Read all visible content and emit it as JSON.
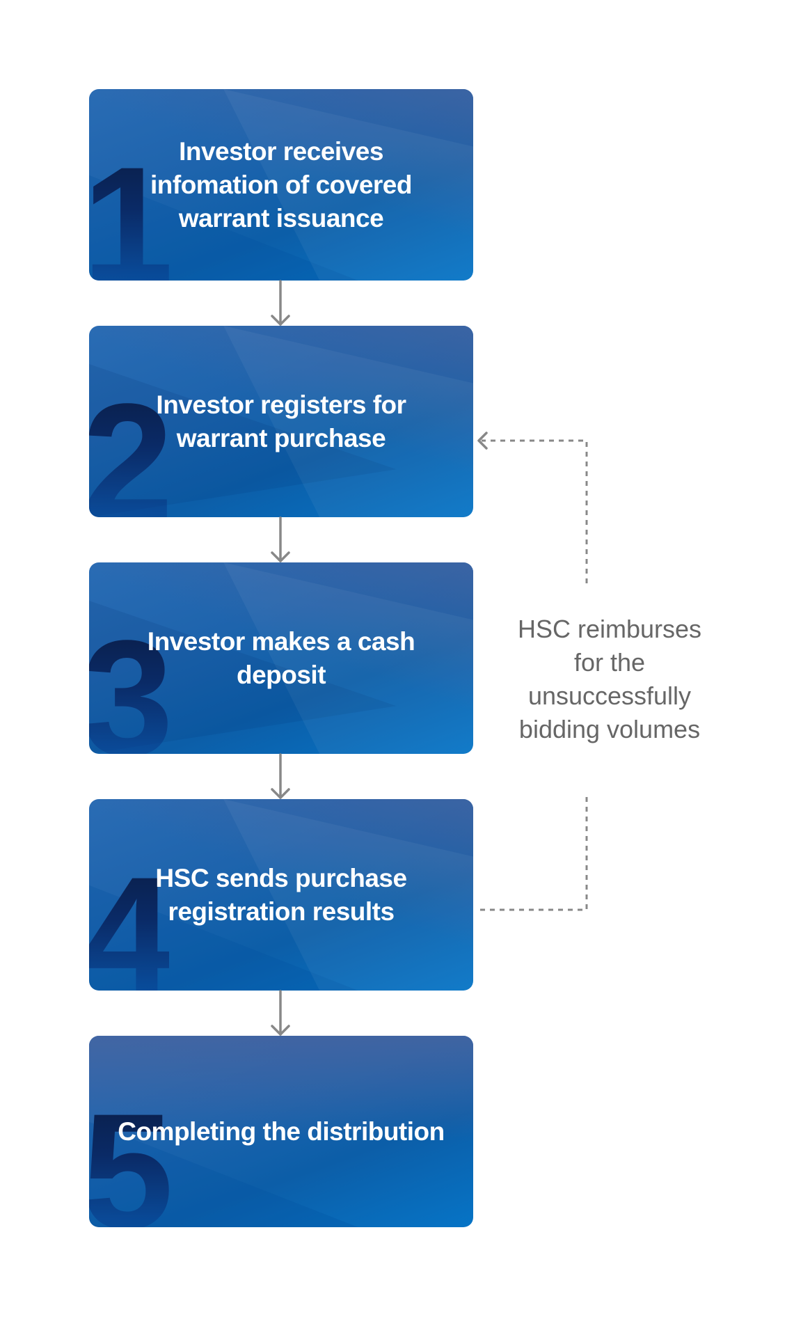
{
  "diagram": {
    "type": "flowchart",
    "steps": [
      {
        "number": "1",
        "label": "Investor receives infomation of covered warrant issuance"
      },
      {
        "number": "2",
        "label": "Investor registers for warrant purchase"
      },
      {
        "number": "3",
        "label": "Investor makes a cash deposit"
      },
      {
        "number": "4",
        "label": "HSC sends purchase registration results"
      },
      {
        "number": "5",
        "label": "Completing the distribution"
      }
    ],
    "flow": [
      {
        "from": "1",
        "to": "2",
        "style": "solid"
      },
      {
        "from": "2",
        "to": "3",
        "style": "solid"
      },
      {
        "from": "3",
        "to": "4",
        "style": "solid"
      },
      {
        "from": "4",
        "to": "5",
        "style": "solid"
      },
      {
        "from": "4",
        "to": "2",
        "style": "dashed",
        "label": "HSC reimburses for the unsuccessfully bidding volumes"
      }
    ],
    "feedback_note": {
      "lines": [
        "HSC reimburses",
        "for the",
        "unsuccessfully",
        "bidding volumes"
      ]
    }
  },
  "colors": {
    "box_top": "#3d62a0",
    "box_bottom": "#0a72c4",
    "numeral": "#0a2a66",
    "connector": "#888888",
    "note_text": "#666666",
    "label_text": "#ffffff"
  }
}
